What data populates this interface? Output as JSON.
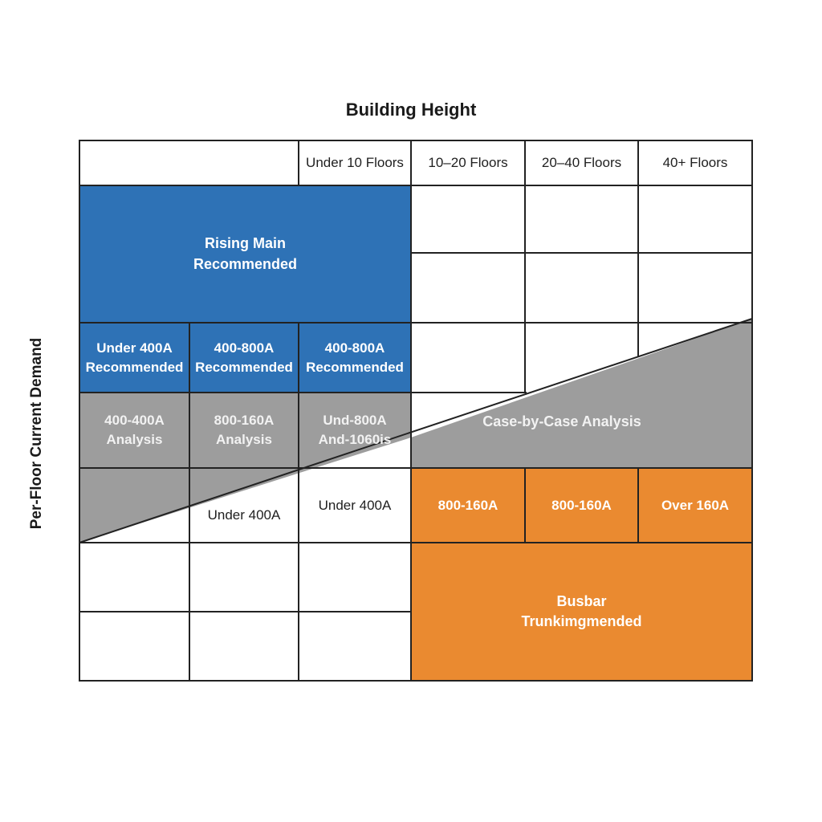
{
  "title": "Building Height",
  "y_axis_label": "Per-Floor  Current Demand",
  "column_headers": [
    "Under 10 Floors",
    "10–20 Floors",
    "20–40 Floors",
    "40+ Floors"
  ],
  "regions": {
    "rising_main": "Rising Main\nRecommended",
    "case_by_case": "Case-by-Case Analysis",
    "busbar": "Busbar\nTrunkimgmended"
  },
  "blue_row": [
    "Under 400A\nRecommended",
    "400-800A\nRecommended",
    "400-800A\nRecommended"
  ],
  "grey_row": [
    "400-400A\nAnalysis",
    "800-160A\nAnalysis",
    "Und-800A\nAnd-1060is"
  ],
  "white_row": [
    "Under 400A",
    "Under 400A"
  ],
  "orange_row": [
    "800-160A",
    "800-160A",
    "Over 160A"
  ],
  "colors": {
    "blue": "#2e72b6",
    "grey": "#9d9d9d",
    "orange": "#ea8a30",
    "line": "#222222"
  }
}
